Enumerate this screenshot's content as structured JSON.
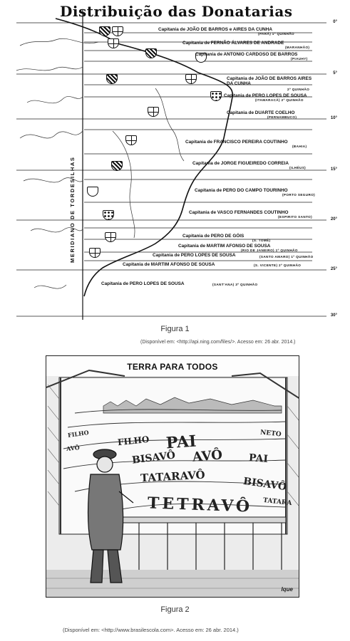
{
  "figure1": {
    "map_title": "Distribuição das Donatarias",
    "meridian_label": "MERIDIANO DE TORDESILHAS",
    "captaincies": [
      {
        "name": "Capitania de JOÃO DE BARROS e AIRES DA CUNHA",
        "sub": "(PARÁ) 1º QUINHÃO"
      },
      {
        "name": "Capitania de FERNÃO ÁLVARES DE ANDRADE",
        "sub": "(MARANHÃO)"
      },
      {
        "name": "Capitania de ANTONIO CARDOSO DE BARROS",
        "sub": "(PIAUHY)"
      },
      {
        "name": "Capitania de JOÃO DE BARROS AIRES DA CUNHA",
        "sub": "2º QUINHÃO"
      },
      {
        "name": "Capitania de PERO LOPES DE SOUSA",
        "sub": "(ITAMARACÁ) 2º QUINHÃO"
      },
      {
        "name": "Capitania de DUARTE COELHO",
        "sub": "(PERNAMBUCO)"
      },
      {
        "name": "Capitania de FRANCISCO PEREIRA COUTINHO",
        "sub": "(BAHIA)"
      },
      {
        "name": "Capitania de JORGE FIGUEIREDO CORREIA",
        "sub": "(ILHÉUS)"
      },
      {
        "name": "Capitania de PERO DO CAMPO TOURINHO",
        "sub": "(PORTO SEGURO)"
      },
      {
        "name": "Capitania de VASCO FERNANDES COUTINHO",
        "sub": "(ESPIRITO SANTO)"
      },
      {
        "name": "Capitania de PERO DE GÓIS",
        "sub": "(S. TOMÉ)"
      },
      {
        "name": "Capitania de MARTIM AFONSO DE SOUSA",
        "sub": "(RIO DE JANEIRO) 1º QUINHÃO"
      },
      {
        "name": "Capitania de PERO LOPES DE SOUSA",
        "sub": "(SANTO AMARO) 1º QUINHÃO"
      },
      {
        "name": "Capitania de MARTIM AFONSO DE SOUSA",
        "sub": "(S. VICENTE) 2º QUINHÃO"
      },
      {
        "name": "Capitania de PERO LOPES DE SOUSA",
        "sub": "(SANT'ANA) 3º QUINHÃO"
      }
    ],
    "latitudes": [
      "0°",
      "5°",
      "10°",
      "15°",
      "20°",
      "25°",
      "30°"
    ],
    "caption": "Figura 1",
    "source": "(Disponível em: <http://api.ning.com/files/>. Acesso em: 26 abr. 2014.)"
  },
  "figure2": {
    "cartoon_title": "TERRA PARA TODOS",
    "field_words": [
      "FILHO",
      "PAI",
      "BISAVÔ",
      "AVÔ",
      "PAI",
      "TATARAVÔ",
      "BISAVÔ",
      "TETRAVÔ",
      "FILHO",
      "NETO",
      "AVÔ",
      "TATARA"
    ],
    "signature": "Ique",
    "caption": "Figura 2",
    "source": "(Disponível em: <http://www.brasilescola.com>. Acesso em: 26 abr. 2014.)"
  }
}
